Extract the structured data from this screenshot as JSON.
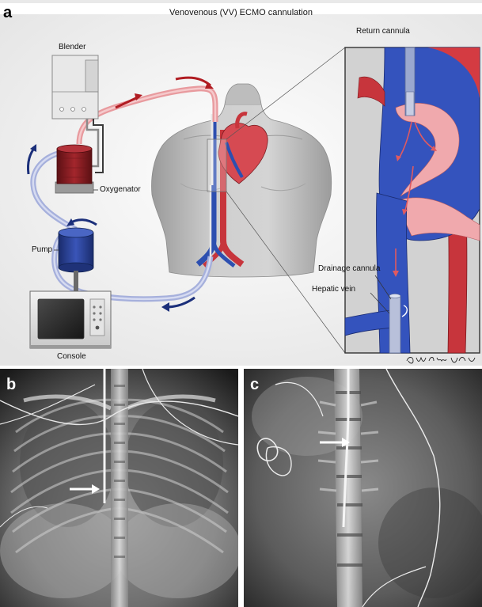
{
  "panel_a": {
    "letter": "a",
    "title": "Venovenous (VV) ECMO cannulation",
    "labels": {
      "blender": "Blender",
      "oxygenator": "Oxygenator",
      "pump": "Pump",
      "console": "Console",
      "return_cannula": "Return cannula",
      "drainage_cannula": "Drainage cannula",
      "hepatic_vein": "Hepatic vein"
    },
    "signature": "Gwen Maack",
    "colors": {
      "oxygenated": "#d9434a",
      "deoxygenated": "#2d4fb0",
      "flow_arrow_red": "#b01c22",
      "flow_arrow_blue": "#1b2f7a"
    }
  },
  "panel_b": {
    "letter": "b"
  },
  "panel_c": {
    "letter": "c"
  }
}
